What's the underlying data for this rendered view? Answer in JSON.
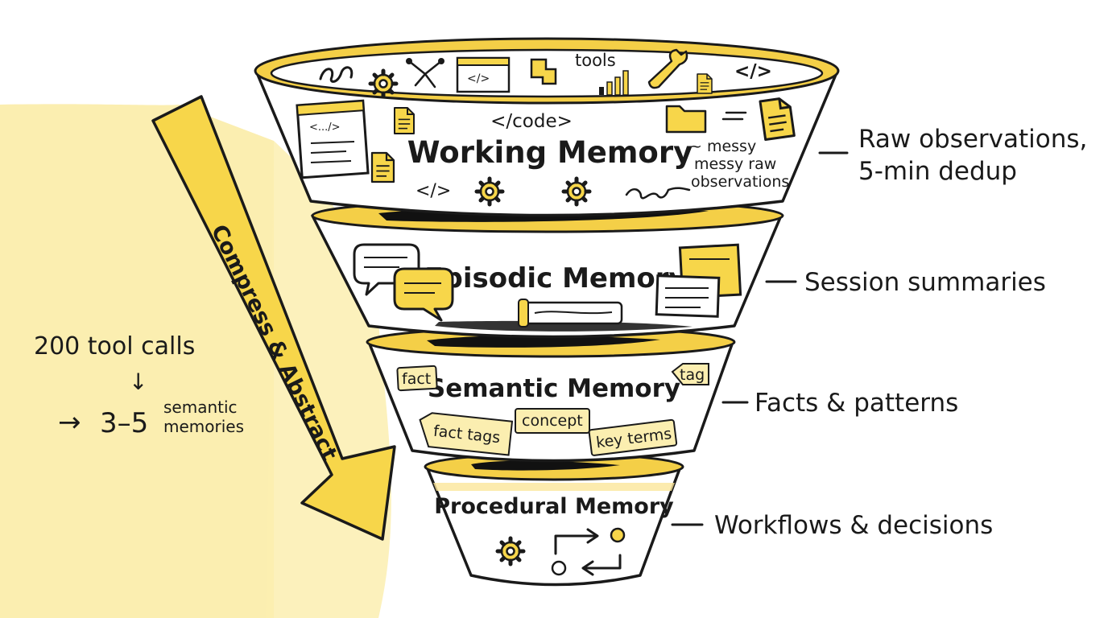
{
  "arrow": {
    "label": "Compress & Abstract"
  },
  "compression": {
    "input": "200 tool calls",
    "down_arrow": "↓",
    "arrow": "→",
    "output_count": "3–5",
    "output_word1": "semantic",
    "output_word2": "memories"
  },
  "tiers": [
    {
      "title": "Working Memory",
      "side_label_line1": "Raw observations,",
      "side_label_line2": "5-min dedup",
      "rim_labels": {
        "tools": "tools",
        "code_tag": "</>"
      },
      "inner_labels": {
        "code": "</code>",
        "messy_1": "~ messy",
        "messy_2": "messy raw",
        "messy_3": "observations",
        "code_tag": "</>",
        "file_code": "<.../>",
        "file_tag": "</>"
      }
    },
    {
      "title": "Episodic Memory",
      "side_label": "Session summaries"
    },
    {
      "title": "Semantic Memory",
      "side_label": "Facts & patterns",
      "tags": [
        "fact",
        "tag",
        "concept",
        "fact tags",
        "key terms"
      ]
    },
    {
      "title": "Procedural Memory",
      "side_label": "Workflows & decisions"
    }
  ],
  "icons": [
    "squiggle-icon",
    "gear-icon",
    "network-icon",
    "code-window-icon",
    "puzzle-icon",
    "bar-chart-icon",
    "wrench-icon",
    "document-icon",
    "folder-icon",
    "chat-bubble-icon",
    "note-card-icon",
    "scroll-icon",
    "workflow-arrows-icon"
  ],
  "colors": {
    "accent_yellow": "#f4cf47",
    "pale_yellow": "#fbeeb0",
    "ink": "#1a1a1a",
    "paper": "#ffffff"
  }
}
